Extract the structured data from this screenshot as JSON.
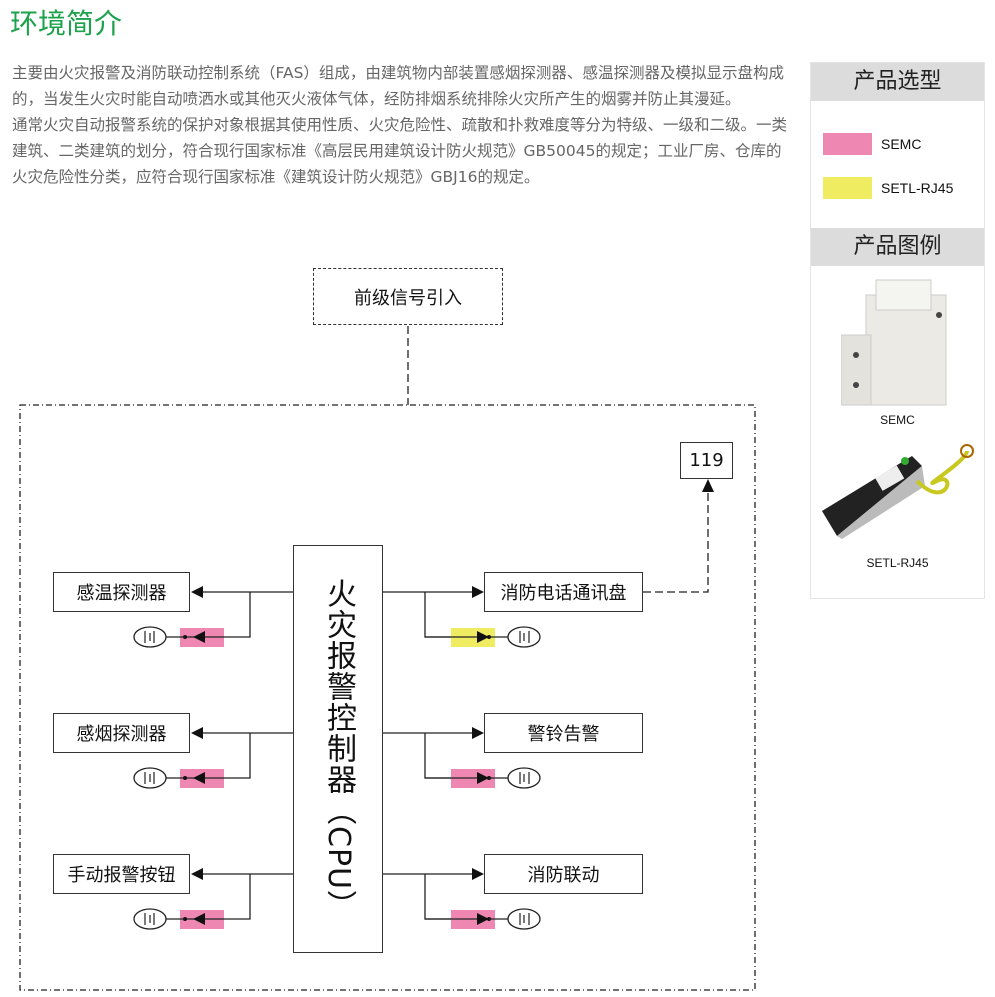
{
  "title": "环境简介",
  "intro": [
    "主要由火灾报警及消防联动控制系统（FAS）组成，由建筑物内部装置感烟探测器、感温探测器及模拟显示盘构成的，当发生火灾时能自动喷洒水或其他灭火液体气体，经防排烟系统排除火灾所产生的烟雾并防止其漫延。",
    "通常火灾自动报警系统的保护对象根据其使用性质、火灾危险性、疏散和扑救难度等分为特级、一级和二级。一类建筑、二类建筑的划分，符合现行国家标准《高层民用建筑设计防火规范》GB50045的规定；工业厂房、仓库的火灾危险性分类，应符合现行国家标准《建筑设计防火规范》GBJ16的规定。"
  ],
  "sidebar": {
    "selection_title": "产品选型",
    "legend": [
      {
        "label": "SEMC",
        "color": "#ee88b3"
      },
      {
        "label": "SETL-RJ45",
        "color": "#f0ec62"
      }
    ],
    "gallery_title": "产品图例",
    "gallery": [
      {
        "caption": "SEMC"
      },
      {
        "caption": "SETL-RJ45"
      }
    ]
  },
  "diagram": {
    "input": "前级信号引入",
    "cpu": "火灾报警控制器（CPU）",
    "emergency": "119",
    "left": [
      {
        "label": "感温探测器",
        "spd": "SEMC"
      },
      {
        "label": "感烟探测器",
        "spd": "SEMC"
      },
      {
        "label": "手动报警按钮",
        "spd": "SEMC"
      }
    ],
    "right": [
      {
        "label": "消防电话通讯盘",
        "spd": "SETL-RJ45"
      },
      {
        "label": "警铃告警",
        "spd": "SEMC"
      },
      {
        "label": "消防联动",
        "spd": "SEMC"
      }
    ]
  }
}
